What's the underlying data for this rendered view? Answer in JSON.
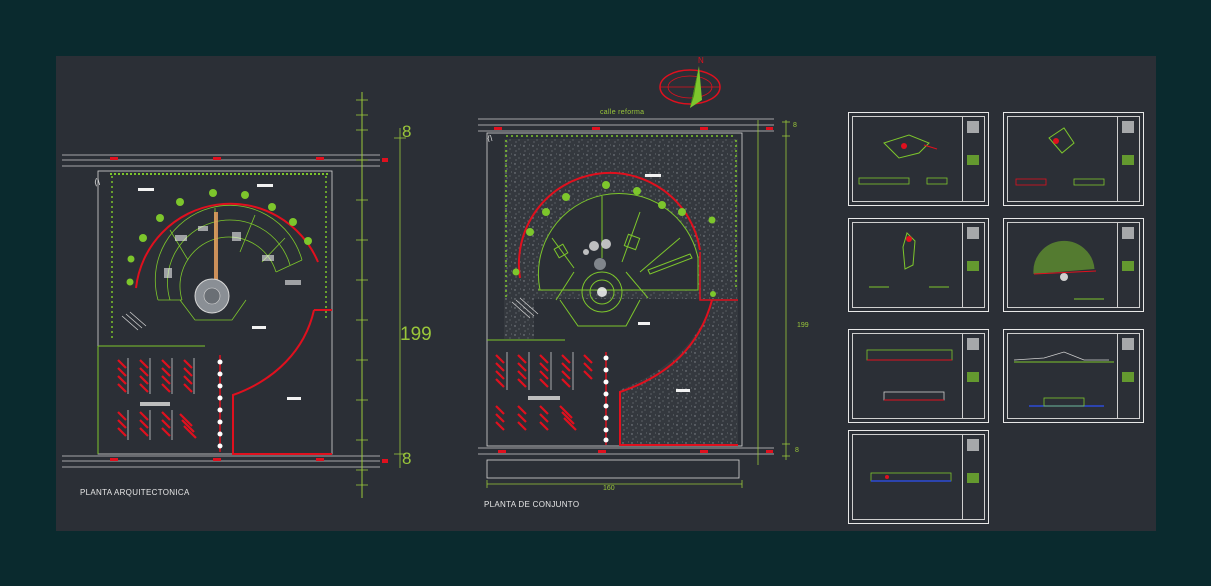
{
  "labels": {
    "left_plan_title": "PLANTA ARQUITECTONICA",
    "right_plan_title": "PLANTA DE CONJUNTO",
    "street_name": "calle reforma",
    "north": "N"
  },
  "dimensions": {
    "left_top": "8",
    "left_total": "199",
    "left_bottom": "8",
    "right_top": "8",
    "right_total": "199",
    "right_bottom": "8",
    "right_width": "160"
  },
  "sheets": [
    {
      "id": "sheet-1"
    },
    {
      "id": "sheet-2"
    },
    {
      "id": "sheet-3"
    },
    {
      "id": "sheet-4"
    },
    {
      "id": "sheet-5"
    },
    {
      "id": "sheet-6"
    },
    {
      "id": "sheet-7"
    }
  ],
  "colors": {
    "background": "#0a2a2e",
    "sheet": "#2b2f36",
    "wall_red": "#e0101e",
    "tree_green": "#7dc62c",
    "dimension_green": "#9ac73a",
    "line_white": "#e6e6e6",
    "grass_gray": "#555a5e"
  }
}
